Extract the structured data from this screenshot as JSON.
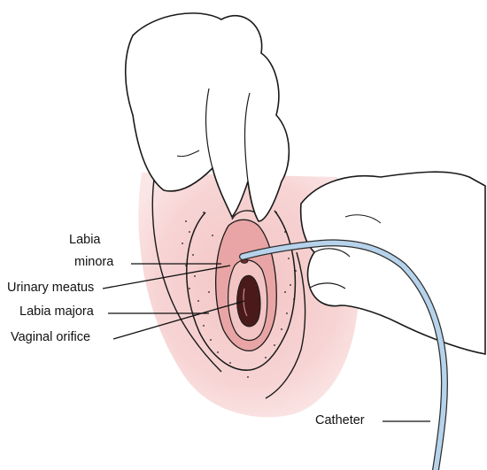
{
  "labels": {
    "labia_minora_line1": "Labia",
    "labia_minora_line2": "minora",
    "urinary_meatus": "Urinary meatus",
    "labia_majora": "Labia majora",
    "vaginal_orifice": "Vaginal orifice",
    "catheter": "Catheter"
  },
  "colors": {
    "skin_tint": "#f7d4d4",
    "inner_tissue": "#e9a5a5",
    "orifice_dark": "#4a1a1a",
    "catheter": "#b7d3ec",
    "catheter_outline": "#2d2d2d",
    "ink": "#1a1a1a"
  }
}
